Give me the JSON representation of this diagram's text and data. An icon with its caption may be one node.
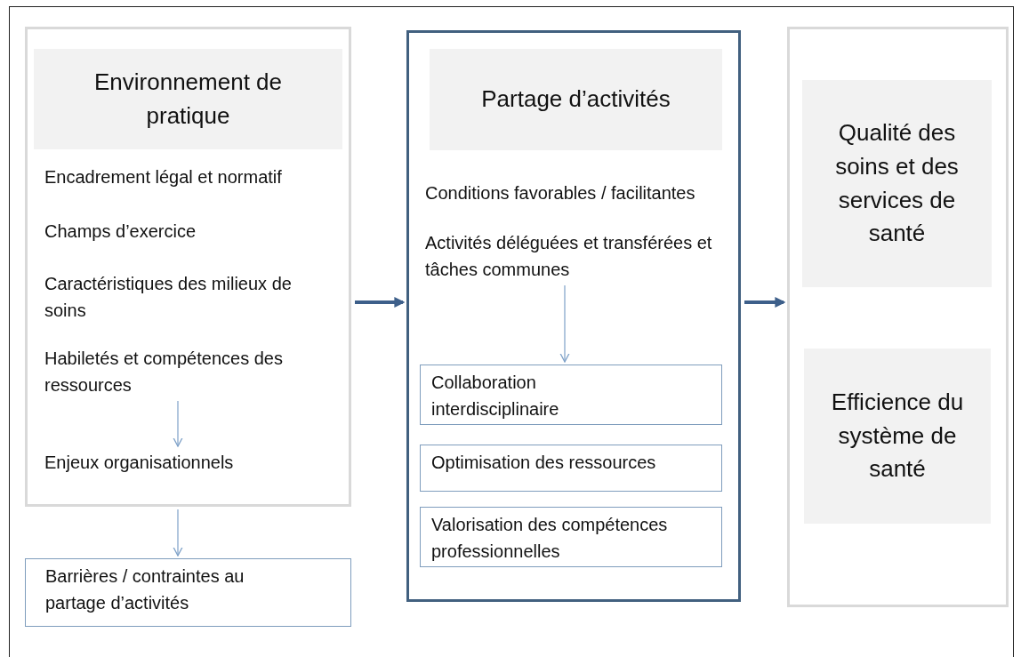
{
  "diagram": {
    "nodes": [
      {
        "text": [],
        "shape": "box"
      },
      {
        "text": [
          "Environnement de pratique"
        ],
        "in": 0
      },
      {
        "text": [
          "Encadrement légal et normatif"
        ],
        "in": 0
      },
      {
        "text": [
          "Champs d’exercice"
        ],
        "in": 0
      },
      {
        "text": [
          "Caractéristiques des milieux de soins"
        ],
        "in": 0
      },
      {
        "text": [
          "Habiletés et compétences des ressources"
        ],
        "in": 0
      },
      {
        "text": [
          "Enjeux organisationnels"
        ],
        "in": 0
      },
      {
        "text": [
          "Barrières / contraintes au partage d’activités"
        ]
      },
      {
        "text": [],
        "shape": "box"
      },
      {
        "text": [
          "Partage d’activités"
        ],
        "in": 8
      },
      {
        "text": [
          "Conditions favorables / facilitantes"
        ],
        "in": 8
      },
      {
        "text": [
          "Activités déléguées et transférées et tâches communes"
        ],
        "in": 8
      },
      {
        "text": [
          "Collaboration interdisciplinaire"
        ],
        "in": 8
      },
      {
        "text": [
          "Optimisation des ressources"
        ],
        "in": 8
      },
      {
        "text": [
          "Valorisation des compétences professionnelles"
        ],
        "in": 8
      },
      {
        "text": [],
        "shape": "box"
      },
      {
        "text": [
          "Qualité des soins et des services de santé"
        ],
        "in": 15
      },
      {
        "text": [
          "Efficience du système de santé"
        ],
        "in": 15
      }
    ],
    "edges": [
      {
        "from": 5,
        "to": 6,
        "arrow": "to"
      },
      {
        "from": 0,
        "to": 7,
        "arrow": "to"
      },
      {
        "from": 11,
        "to": 12,
        "arrow": "to"
      },
      {
        "from": 0,
        "to": 8,
        "arrow": "to",
        "style": "thick",
        "color": "#3d5f8a"
      },
      {
        "from": 8,
        "to": 15,
        "arrow": "to",
        "style": "thick",
        "color": "#3d5f8a"
      }
    ]
  }
}
